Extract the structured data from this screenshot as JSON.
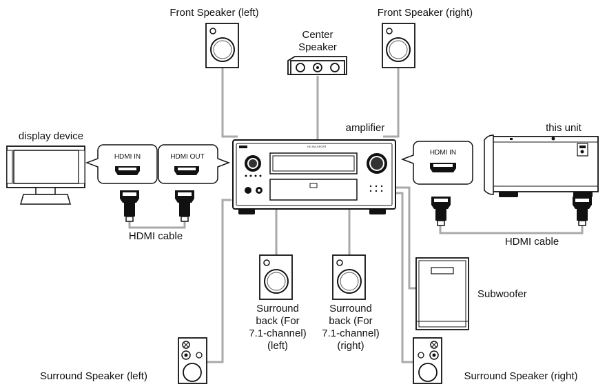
{
  "labels": {
    "front_left": "Front Speaker (left)",
    "front_right": "Front Speaker (right)",
    "center_line1": "Center",
    "center_line2": "Speaker",
    "display": "display device",
    "amplifier": "amplifier",
    "this_unit": "this unit",
    "hdmi_in_left": "HDMI IN",
    "hdmi_out": "HDMI OUT",
    "hdmi_in_right": "HDMI IN",
    "hdmi_cable_left": "HDMI cable",
    "hdmi_cable_right": "HDMI cable",
    "surround_back_left": [
      "Surround",
      "back (For",
      "7.1-channel)",
      "(left)"
    ],
    "surround_back_right": [
      "Surround",
      "back (For",
      "7.1-channel)",
      "(right)"
    ],
    "subwoofer": "Subwoofer",
    "surround_left": "Surround Speaker (left)",
    "surround_right": "Surround Speaker (right)"
  },
  "colors": {
    "line": "#111111",
    "wire": "#a9a9a9",
    "background": "#ffffff"
  }
}
